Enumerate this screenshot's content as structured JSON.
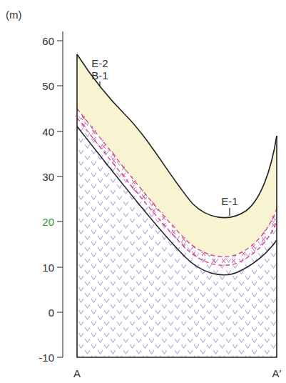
{
  "diagram": {
    "labels": [
      "(m)",
      "60",
      "50",
      "40",
      "30",
      "20",
      "10",
      "0",
      "-10",
      "E-2",
      "B-1",
      "E-1",
      "A",
      "A′"
    ]
  }
}
